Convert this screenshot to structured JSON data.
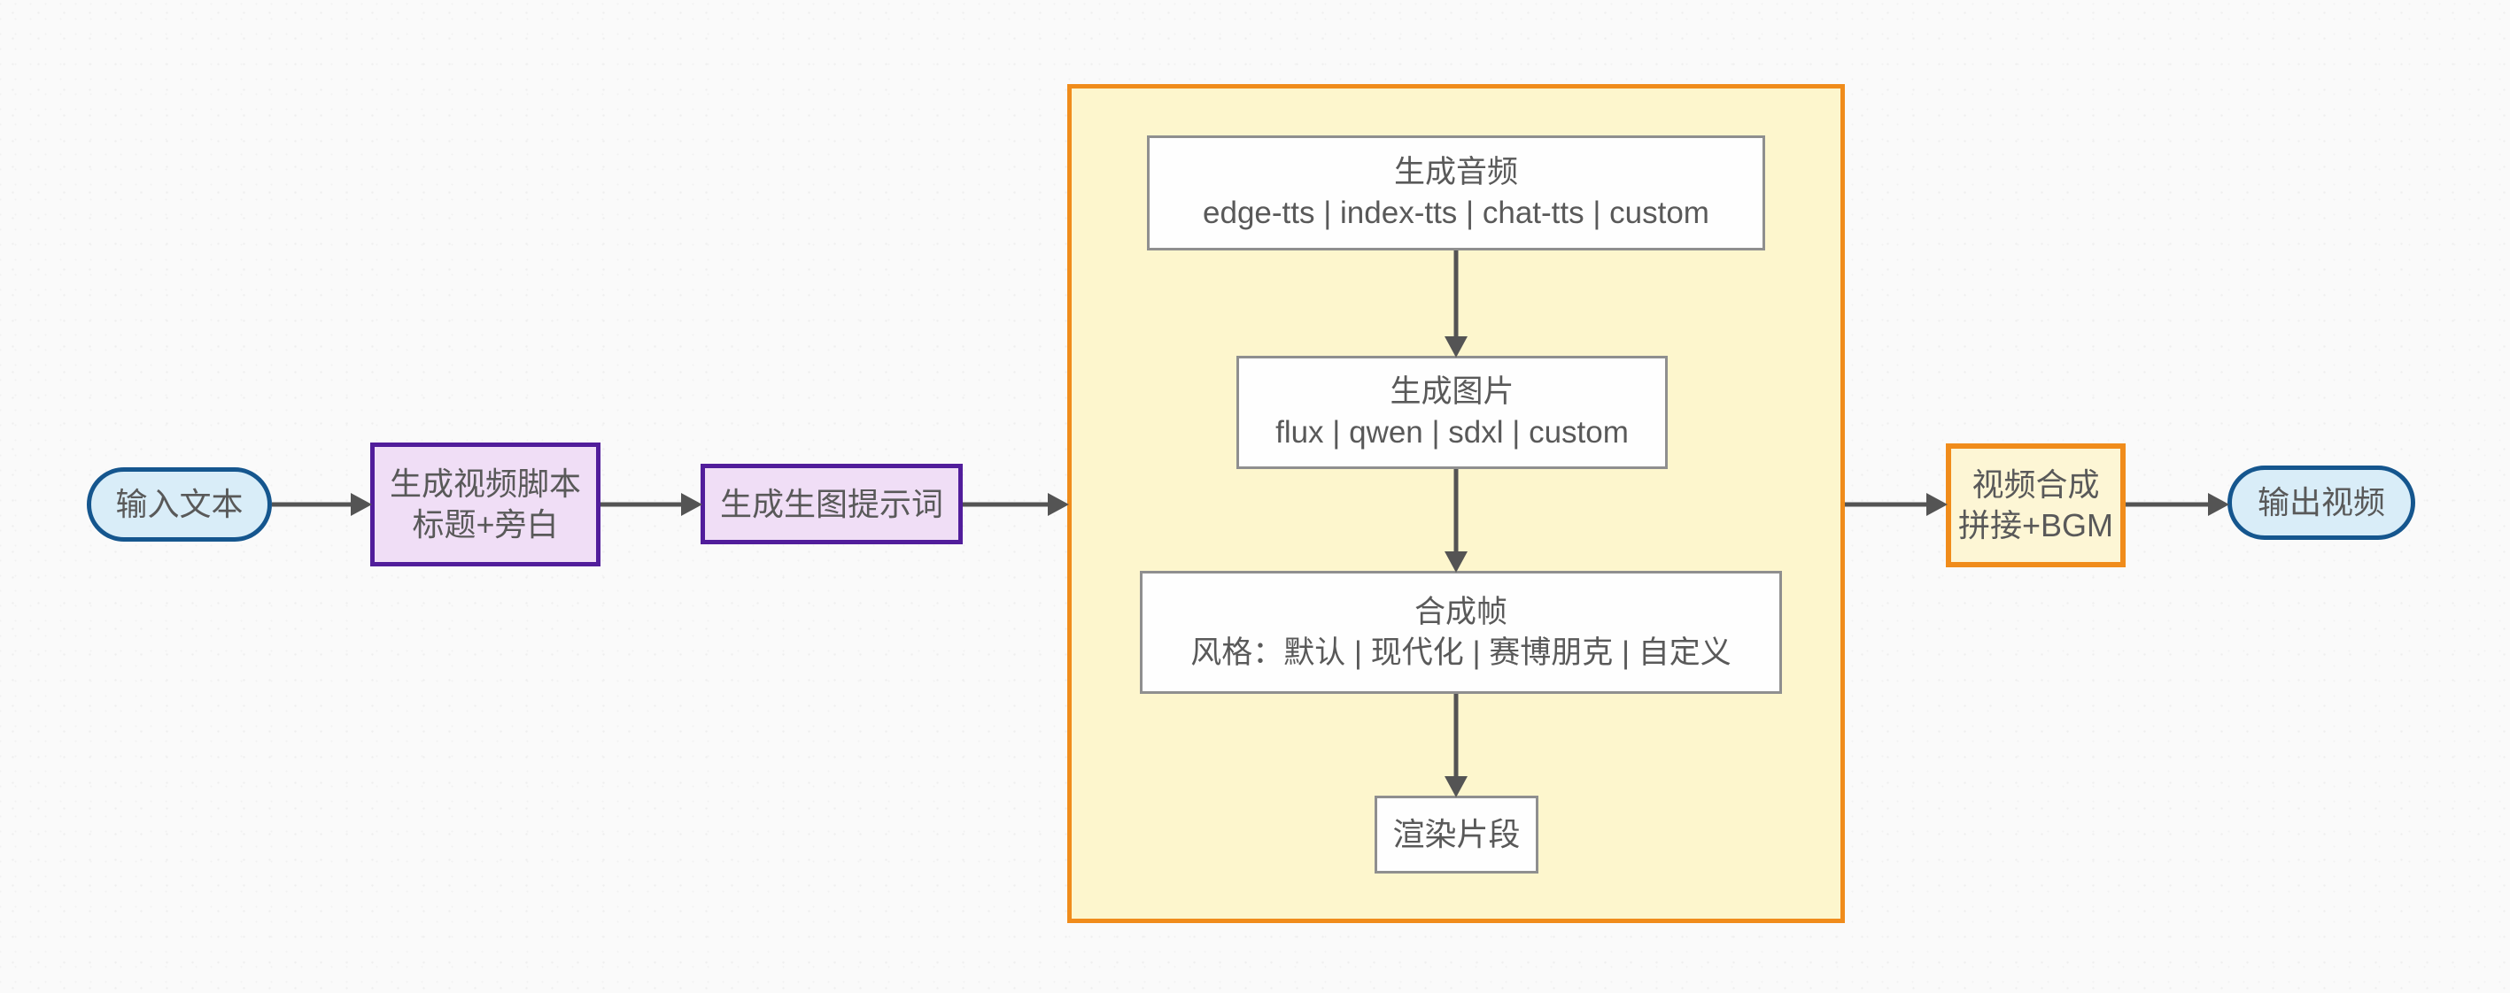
{
  "nodes": {
    "input": {
      "label": "输入文本"
    },
    "script": {
      "line1": "生成视频脚本",
      "line2": "标题+旁白"
    },
    "prompt": {
      "label": "生成生图提示词"
    },
    "audio": {
      "title": "生成音频",
      "options": "edge-tts | index-tts | chat-tts | custom"
    },
    "image": {
      "title": "生成图片",
      "options": "flux | qwen | sdxl | custom"
    },
    "frame": {
      "title": "合成帧",
      "options": "风格：默认 | 现代化 | 赛博朋克 | 自定义"
    },
    "render": {
      "label": "渲染片段"
    },
    "compose": {
      "line1": "视频合成",
      "line2": "拼接+BGM"
    },
    "output": {
      "label": "输出视频"
    }
  },
  "colors": {
    "background": "#fafafa",
    "terminal_fill": "#d9edf8",
    "terminal_border": "#15568e",
    "process_fill": "#f0def6",
    "process_border": "#511d9b",
    "container_fill": "#fdf6cd",
    "container_border": "#f08c1b",
    "compose_fill": "#fdf6d5",
    "step_fill": "#fefefe",
    "step_border": "#8f8f8f",
    "arrow": "#545454",
    "text": "#595959"
  }
}
